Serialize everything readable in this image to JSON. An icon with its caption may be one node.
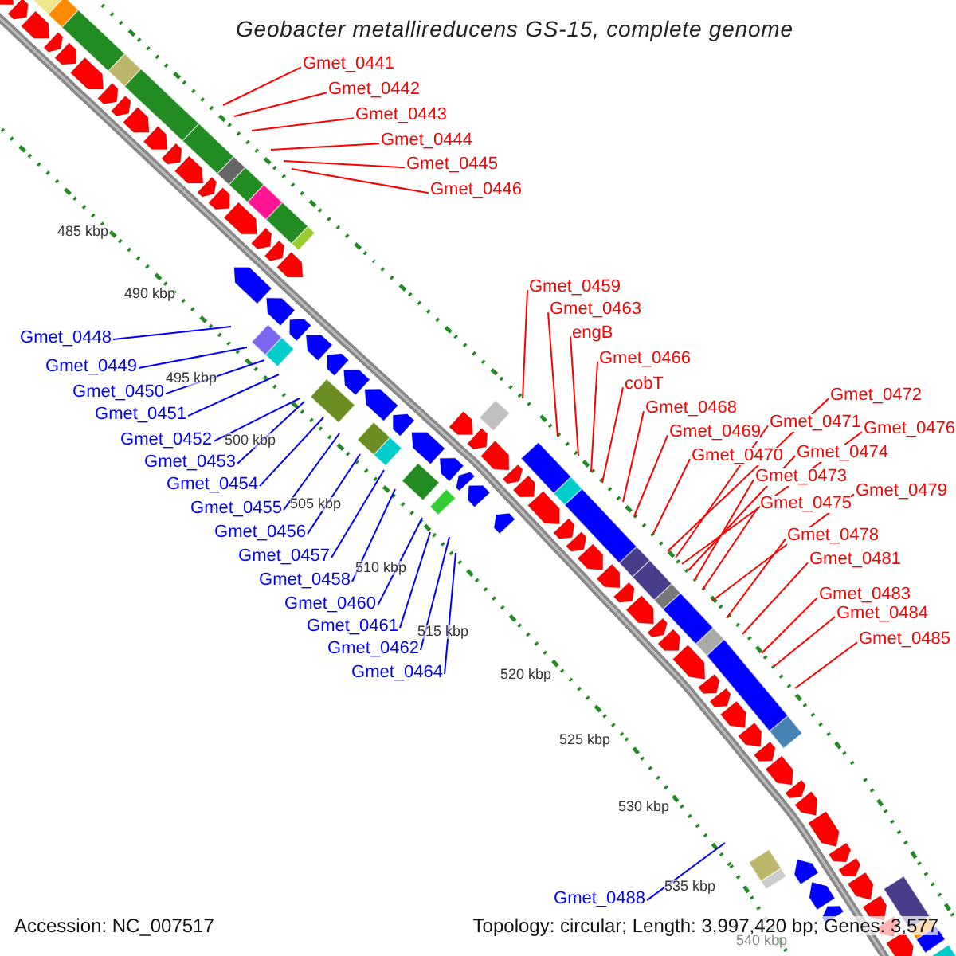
{
  "diagram": {
    "title": "Geobacter metallireducens GS-15, complete genome",
    "nodes": [
      {
        "text": [
          "Gmet_0441"
        ]
      },
      {
        "text": [
          "Gmet_0442"
        ]
      },
      {
        "text": [
          "Gmet_0443"
        ]
      },
      {
        "text": [
          "Gmet_0444"
        ]
      },
      {
        "text": [
          "Gmet_0445"
        ]
      },
      {
        "text": [
          "Gmet_0446"
        ]
      },
      {
        "text": [
          "Gmet_0459"
        ]
      },
      {
        "text": [
          "Gmet_0463"
        ]
      },
      {
        "text": [
          "engB"
        ]
      },
      {
        "text": [
          "Gmet_0466"
        ]
      },
      {
        "text": [
          "cobT"
        ]
      },
      {
        "text": [
          "Gmet_0468"
        ]
      },
      {
        "text": [
          "Gmet_0469"
        ]
      },
      {
        "text": [
          "Gmet_0470"
        ]
      },
      {
        "text": [
          "Gmet_0472"
        ]
      },
      {
        "text": [
          "Gmet_0471"
        ]
      },
      {
        "text": [
          "Gmet_0476"
        ]
      },
      {
        "text": [
          "Gmet_0474"
        ]
      },
      {
        "text": [
          "Gmet_0473"
        ]
      },
      {
        "text": [
          "Gmet_0475"
        ]
      },
      {
        "text": [
          "Gmet_0479"
        ]
      },
      {
        "text": [
          "Gmet_0478"
        ]
      },
      {
        "text": [
          "Gmet_0481"
        ]
      },
      {
        "text": [
          "Gmet_0483"
        ]
      },
      {
        "text": [
          "Gmet_0484"
        ]
      },
      {
        "text": [
          "Gmet_0485"
        ]
      },
      {
        "text": [
          "Gmet_0448"
        ]
      },
      {
        "text": [
          "Gmet_0449"
        ]
      },
      {
        "text": [
          "Gmet_0450"
        ]
      },
      {
        "text": [
          "Gmet_0451"
        ]
      },
      {
        "text": [
          "Gmet_0452"
        ]
      },
      {
        "text": [
          "Gmet_0453"
        ]
      },
      {
        "text": [
          "Gmet_0454"
        ]
      },
      {
        "text": [
          "Gmet_0455"
        ]
      },
      {
        "text": [
          "Gmet_0456"
        ]
      },
      {
        "text": [
          "Gmet_0457"
        ]
      },
      {
        "text": [
          "Gmet_0458"
        ]
      },
      {
        "text": [
          "Gmet_0460"
        ]
      },
      {
        "text": [
          "Gmet_0461"
        ]
      },
      {
        "text": [
          "Gmet_0462"
        ]
      },
      {
        "text": [
          "Gmet_0464"
        ]
      },
      {
        "text": [
          "Gmet_0488"
        ]
      }
    ],
    "edges": [
      {
        "from": 0,
        "to": null,
        "arrow": "none"
      },
      {
        "from": 1,
        "to": null,
        "arrow": "none"
      },
      {
        "from": 2,
        "to": null,
        "arrow": "none"
      },
      {
        "from": 3,
        "to": null,
        "arrow": "none"
      },
      {
        "from": 4,
        "to": null,
        "arrow": "none"
      },
      {
        "from": 5,
        "to": null,
        "arrow": "none"
      },
      {
        "from": 6,
        "to": null,
        "arrow": "none"
      },
      {
        "from": 7,
        "to": null,
        "arrow": "none"
      },
      {
        "from": 8,
        "to": null,
        "arrow": "none"
      },
      {
        "from": 9,
        "to": null,
        "arrow": "none"
      },
      {
        "from": 10,
        "to": null,
        "arrow": "none"
      },
      {
        "from": 11,
        "to": null,
        "arrow": "none"
      },
      {
        "from": 12,
        "to": null,
        "arrow": "none"
      },
      {
        "from": 13,
        "to": null,
        "arrow": "none"
      },
      {
        "from": 14,
        "to": null,
        "arrow": "none"
      },
      {
        "from": 15,
        "to": null,
        "arrow": "none"
      },
      {
        "from": 16,
        "to": null,
        "arrow": "none"
      },
      {
        "from": 17,
        "to": null,
        "arrow": "none"
      },
      {
        "from": 18,
        "to": null,
        "arrow": "none"
      },
      {
        "from": 19,
        "to": null,
        "arrow": "none"
      },
      {
        "from": 20,
        "to": null,
        "arrow": "none"
      },
      {
        "from": 21,
        "to": null,
        "arrow": "none"
      },
      {
        "from": 22,
        "to": null,
        "arrow": "none"
      },
      {
        "from": 23,
        "to": null,
        "arrow": "none"
      },
      {
        "from": 24,
        "to": null,
        "arrow": "none"
      },
      {
        "from": 25,
        "to": null,
        "arrow": "none"
      },
      {
        "from": 26,
        "to": null,
        "arrow": "none",
        "color": "#0000ff"
      },
      {
        "from": 27,
        "to": null,
        "arrow": "none",
        "color": "#0000ff"
      },
      {
        "from": 28,
        "to": null,
        "arrow": "none",
        "color": "#0000ff"
      },
      {
        "from": 29,
        "to": null,
        "arrow": "none",
        "color": "#0000ff"
      },
      {
        "from": 30,
        "to": null,
        "arrow": "none",
        "color": "#0000ff"
      },
      {
        "from": 31,
        "to": null,
        "arrow": "none",
        "color": "#0000ff"
      },
      {
        "from": 32,
        "to": null,
        "arrow": "none",
        "color": "#0000ff"
      },
      {
        "from": 33,
        "to": null,
        "arrow": "none",
        "color": "#0000ff"
      },
      {
        "from": 34,
        "to": null,
        "arrow": "none",
        "color": "#0000ff"
      },
      {
        "from": 35,
        "to": null,
        "arrow": "none",
        "color": "#0000ff"
      },
      {
        "from": 36,
        "to": null,
        "arrow": "none",
        "color": "#0000ff"
      },
      {
        "from": 37,
        "to": null,
        "arrow": "none",
        "color": "#0000ff"
      },
      {
        "from": 38,
        "to": null,
        "arrow": "none",
        "color": "#0000ff"
      },
      {
        "from": 39,
        "to": null,
        "arrow": "none",
        "color": "#0000ff"
      },
      {
        "from": 40,
        "to": null,
        "arrow": "none",
        "color": "#0000ff"
      },
      {
        "from": 41,
        "to": null,
        "arrow": "none",
        "color": "#0000ff"
      }
    ],
    "labels": [
      "485 kbp",
      "490 kbp",
      "495 kbp",
      "500 kbp",
      "505 kbp",
      "510 kbp",
      "515 kbp",
      "520 kbp",
      "525 kbp",
      "530 kbp",
      "535 kbp",
      "540 kbp",
      "Accession: NC_007517",
      "Topology: circular; Length: 3,997,420 bp; Genes: 3,577"
    ]
  }
}
